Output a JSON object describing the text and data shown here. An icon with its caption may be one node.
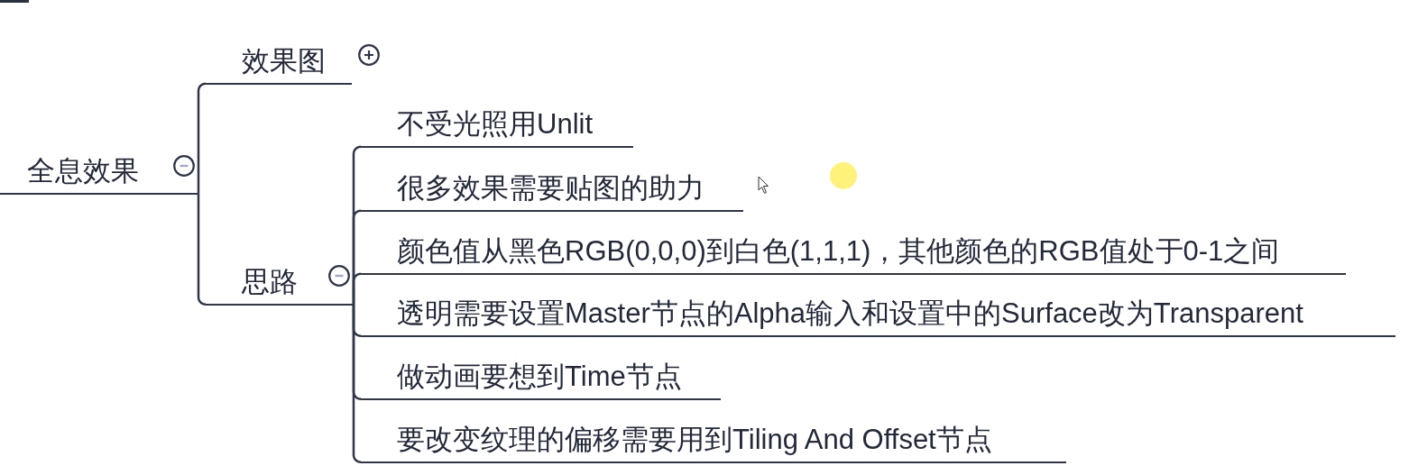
{
  "diagram": {
    "nodes": [
      {
        "text": [
          "全息效果"
        ]
      },
      {
        "text": [
          "效果图"
        ]
      },
      {
        "text": [
          "思路"
        ]
      },
      {
        "text": [
          "不受光照用Unlit"
        ]
      },
      {
        "text": [
          "很多效果需要贴图的助力"
        ]
      },
      {
        "text": [
          "颜色值从黑色RGB(0,0,0)到白色(1,1,1)，其他颜色的RGB值处于0-1之间"
        ]
      },
      {
        "text": [
          "透明需要设置Master节点的Alpha输入和设置中的Surface改为Transparent"
        ]
      },
      {
        "text": [
          "做动画要想到Time节点"
        ]
      },
      {
        "text": [
          "要改变纹理的偏移需要用到Tiling And Offset节点"
        ]
      }
    ],
    "edges": [
      {
        "from": 0,
        "to": 1,
        "arrow": "none"
      },
      {
        "from": 0,
        "to": 2,
        "arrow": "none"
      },
      {
        "from": 2,
        "to": 3,
        "arrow": "none"
      },
      {
        "from": 2,
        "to": 4,
        "arrow": "none"
      },
      {
        "from": 2,
        "to": 5,
        "arrow": "none"
      },
      {
        "from": 2,
        "to": 6,
        "arrow": "none"
      },
      {
        "from": 2,
        "to": 7,
        "arrow": "none"
      },
      {
        "from": 2,
        "to": 8,
        "arrow": "none"
      }
    ]
  }
}
